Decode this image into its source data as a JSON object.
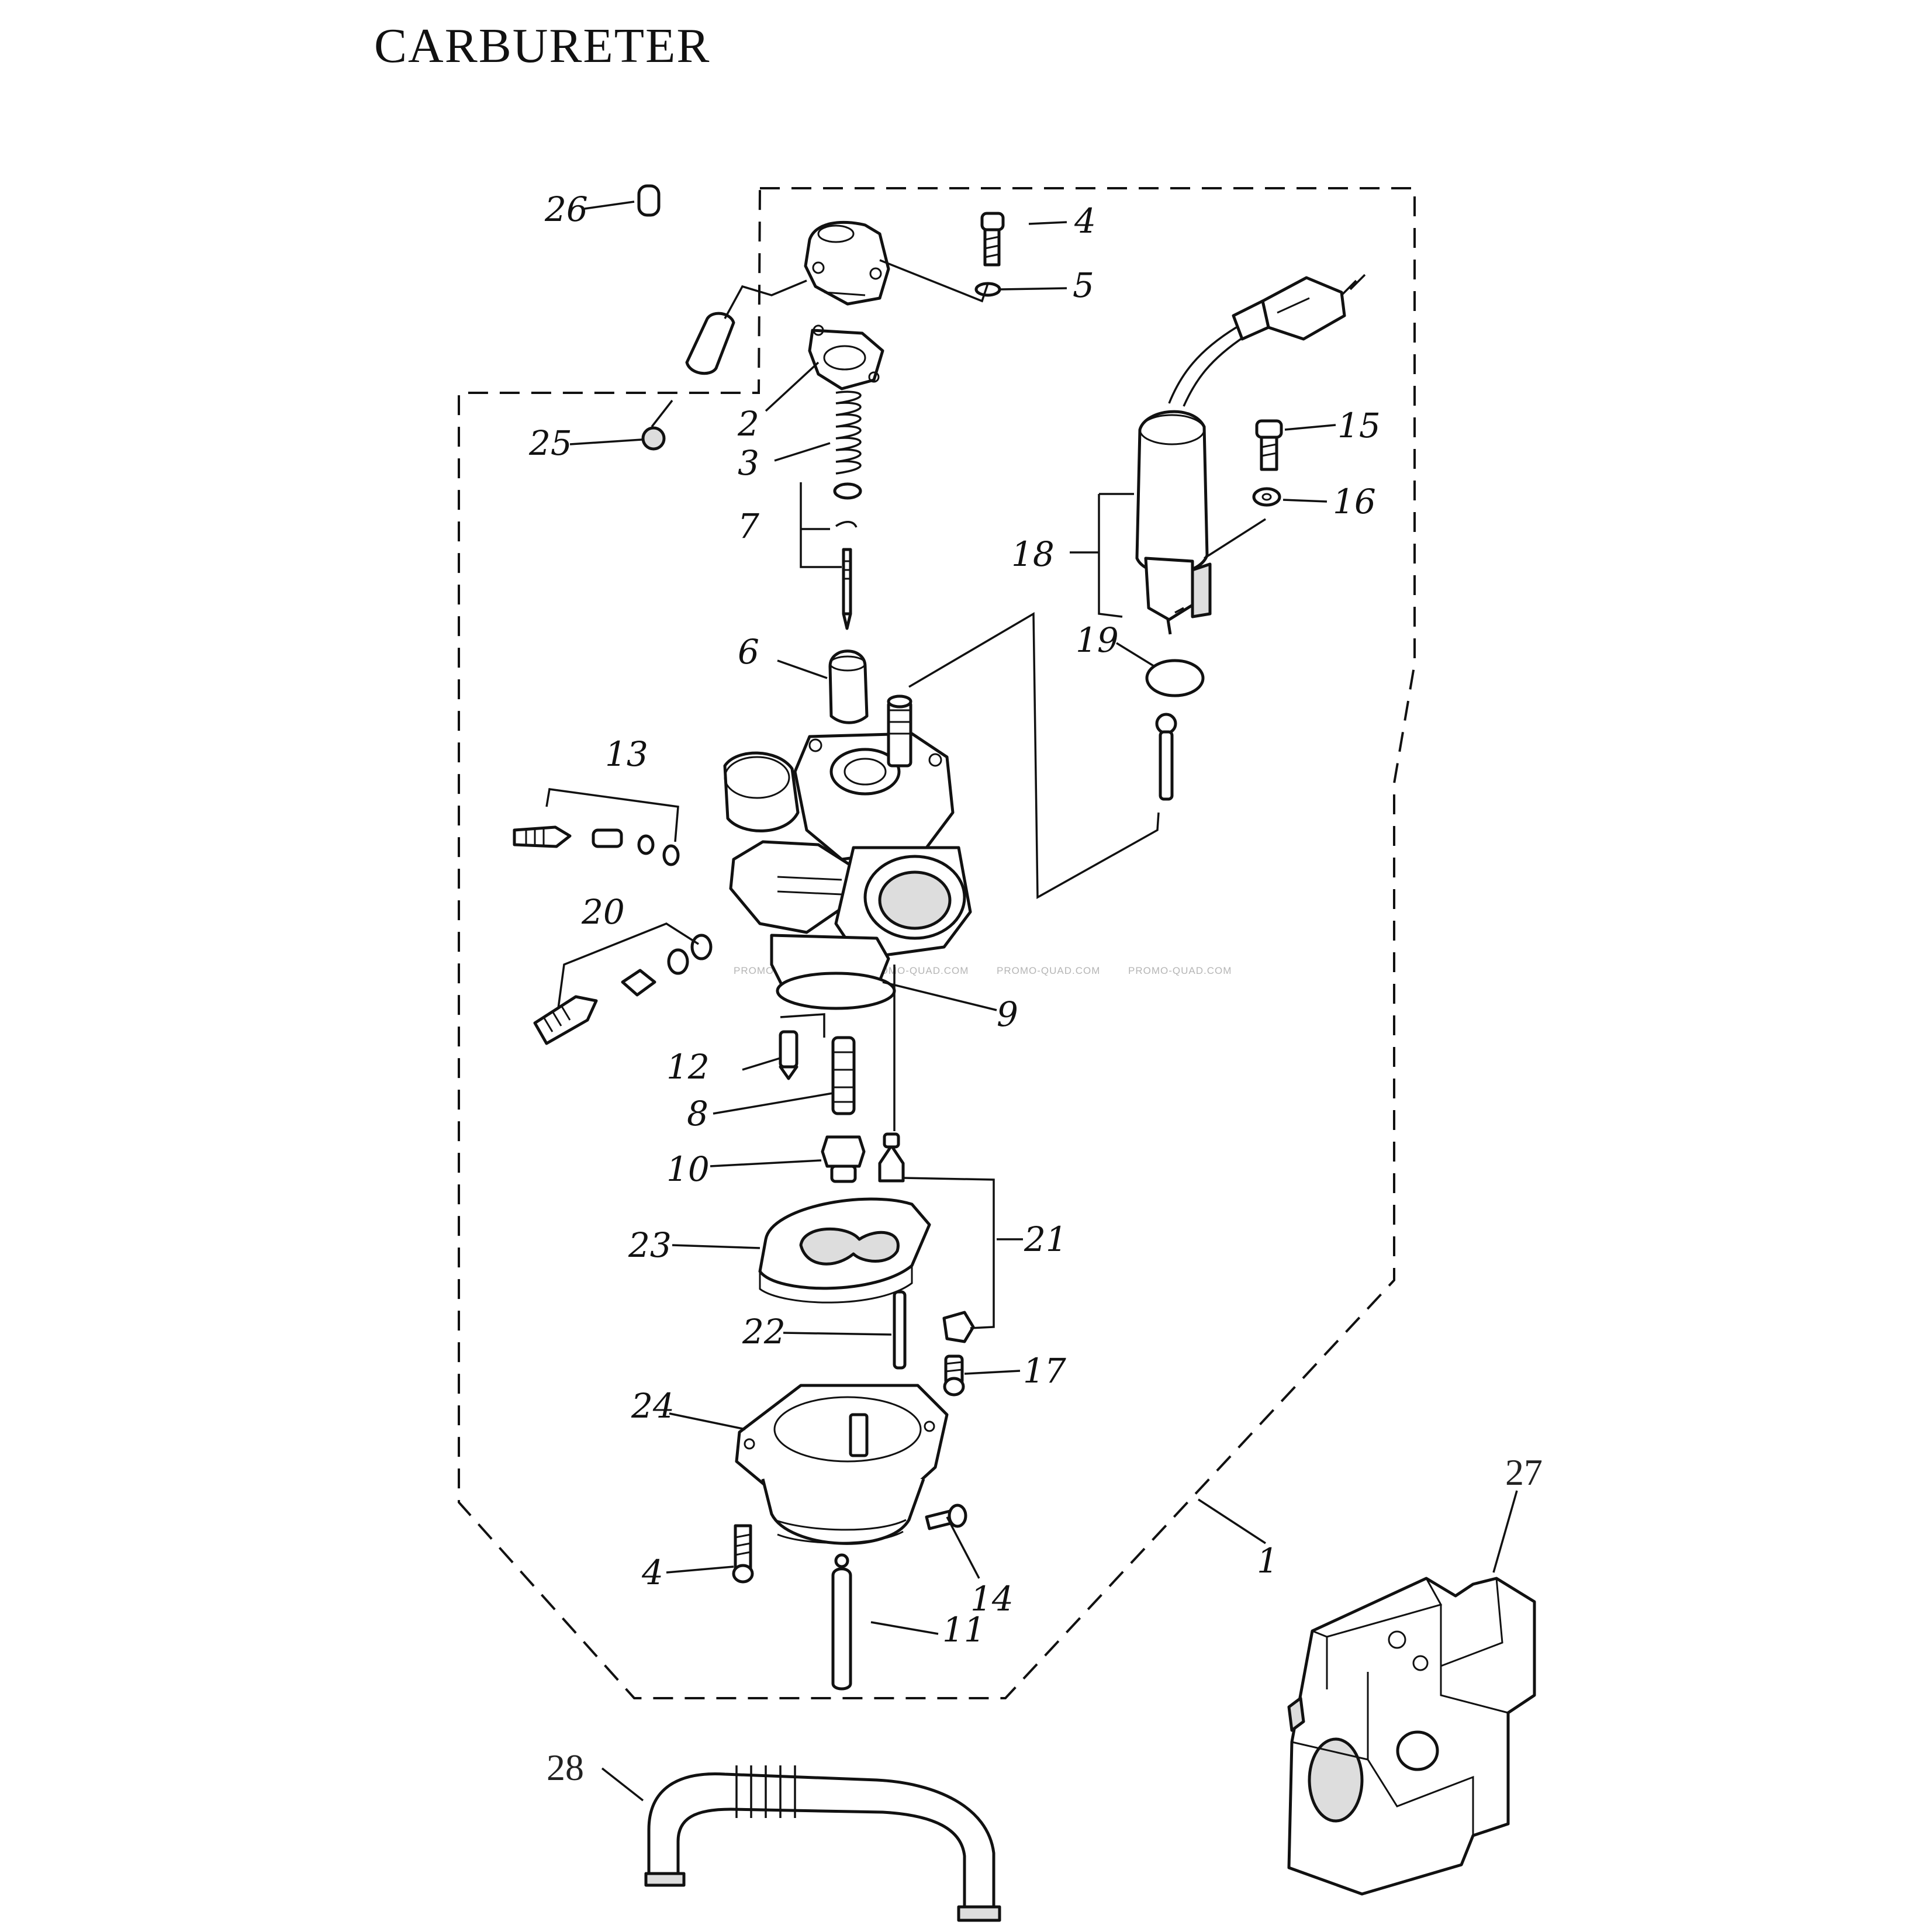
{
  "title": "CARBURETER",
  "watermark": "PROMO-QUAD.COM",
  "part_numbers": {
    "p1": "1",
    "p2": "2",
    "p3": "3",
    "p4a": "4",
    "p4b": "4",
    "p5": "5",
    "p6": "6",
    "p7": "7",
    "p8": "8",
    "p9": "9",
    "p10": "10",
    "p11": "11",
    "p12": "12",
    "p13": "13",
    "p14": "14",
    "p15": "15",
    "p16": "16",
    "p17": "17",
    "p18": "18",
    "p19": "19",
    "p20": "20",
    "p21": "21",
    "p22": "22",
    "p23": "23",
    "p24": "24",
    "p25": "25",
    "p26": "26",
    "p27": "27",
    "p28": "28"
  }
}
